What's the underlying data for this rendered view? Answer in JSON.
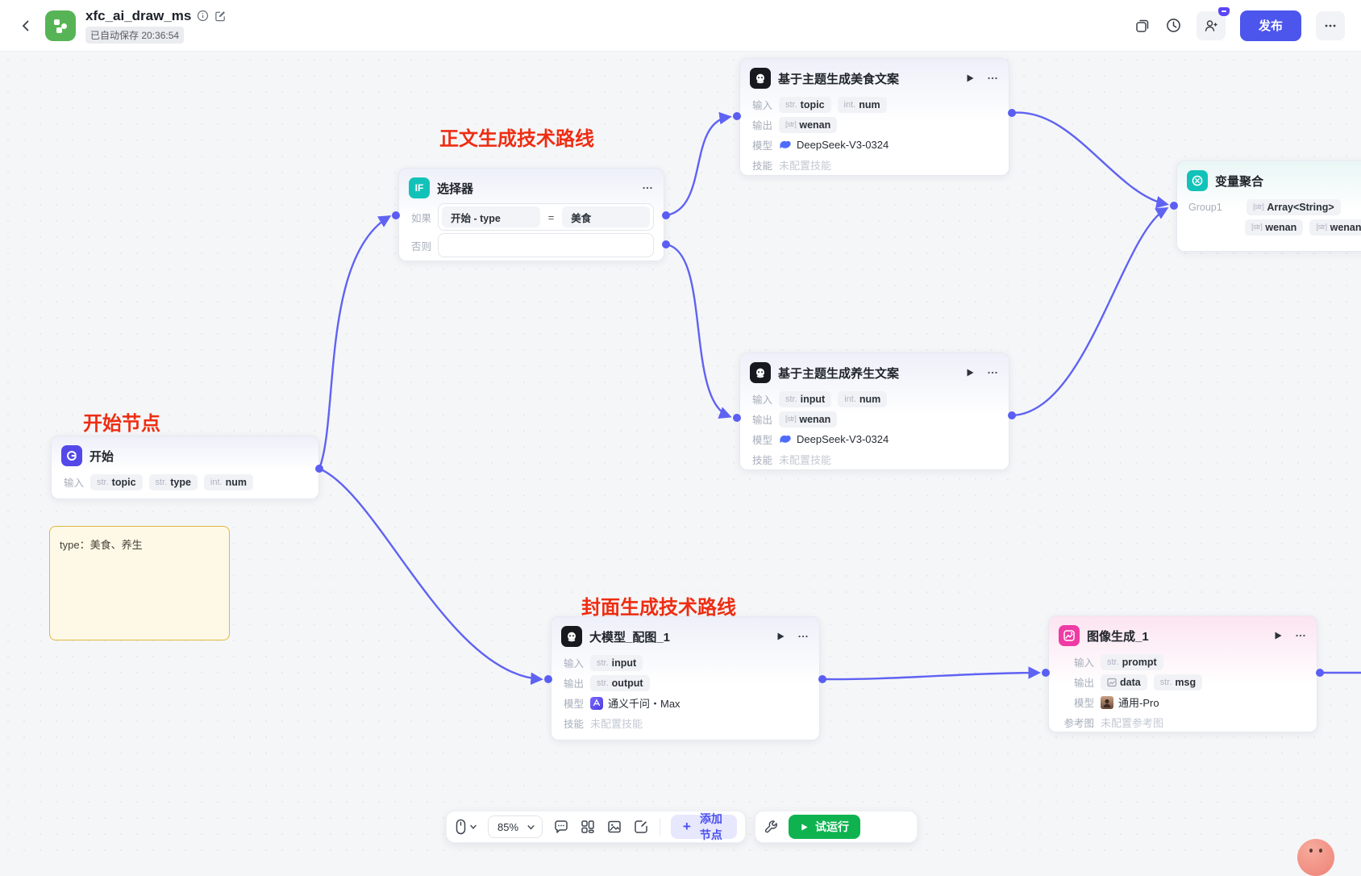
{
  "topbar": {
    "title": "xfc_ai_draw_ms",
    "autosave": "已自动保存 20:36:54",
    "publish": "发布"
  },
  "annotations": {
    "body_route": "正文生成技术路线",
    "start_node": "开始节点",
    "cover_route": "封面生成技术路线"
  },
  "labels": {
    "input": "输入",
    "output": "输出",
    "model": "模型",
    "skill": "技能",
    "ref_image": "参考图",
    "if": "如果",
    "else": "否则",
    "skill_empty": "未配置技能",
    "ref_empty": "未配置参考图"
  },
  "note": {
    "text": "type：美食、养生"
  },
  "nodes": {
    "start": {
      "title": "开始",
      "params": [
        {
          "t": "str.",
          "n": "topic"
        },
        {
          "t": "str.",
          "n": "type"
        },
        {
          "t": "int.",
          "n": "num"
        }
      ]
    },
    "selector": {
      "title": "选择器",
      "icon_text": "IF",
      "cond_left": "开始 - type",
      "op": "=",
      "cond_right": "美食"
    },
    "food": {
      "title": "基于主题生成美食文案",
      "in1_t": "str.",
      "in1": "topic",
      "in2_t": "int.",
      "in2": "num",
      "out_t": "[str]",
      "out": "wenan",
      "model": "DeepSeek-V3-0324"
    },
    "health": {
      "title": "基于主题生成养生文案",
      "in1_t": "str.",
      "in1": "input",
      "in2_t": "int.",
      "in2": "num",
      "out_t": "[str]",
      "out": "wenan",
      "model": "DeepSeek-V3-0324"
    },
    "aggregate": {
      "title": "变量聚合",
      "group": "Group1",
      "arr_t": "[str]",
      "arr": "Array<String>",
      "v1_t": "[str]",
      "v1": "wenan",
      "v2_t": "[str]",
      "v2": "wenan"
    },
    "peitu": {
      "title": "大模型_配图_1",
      "in_t": "str.",
      "in": "input",
      "out_t": "str.",
      "out": "output",
      "model": "通义千问・Max"
    },
    "imagegen": {
      "title": "图像生成_1",
      "in_t": "str.",
      "in": "prompt",
      "out1": "data",
      "out2_t": "str.",
      "out2": "msg",
      "model": "通用-Pro"
    }
  },
  "toolbar": {
    "zoom": "85%",
    "plus": "+",
    "add_node": "添加节点",
    "run": "试运行"
  },
  "colors": {
    "accent_purple": "#4c55ec",
    "edge_purple": "#5f63f2",
    "run_green": "#0eb350",
    "annotation_red": "#ee2d12",
    "teal_icon": "#12c2b9",
    "note_border": "#e0b740"
  }
}
